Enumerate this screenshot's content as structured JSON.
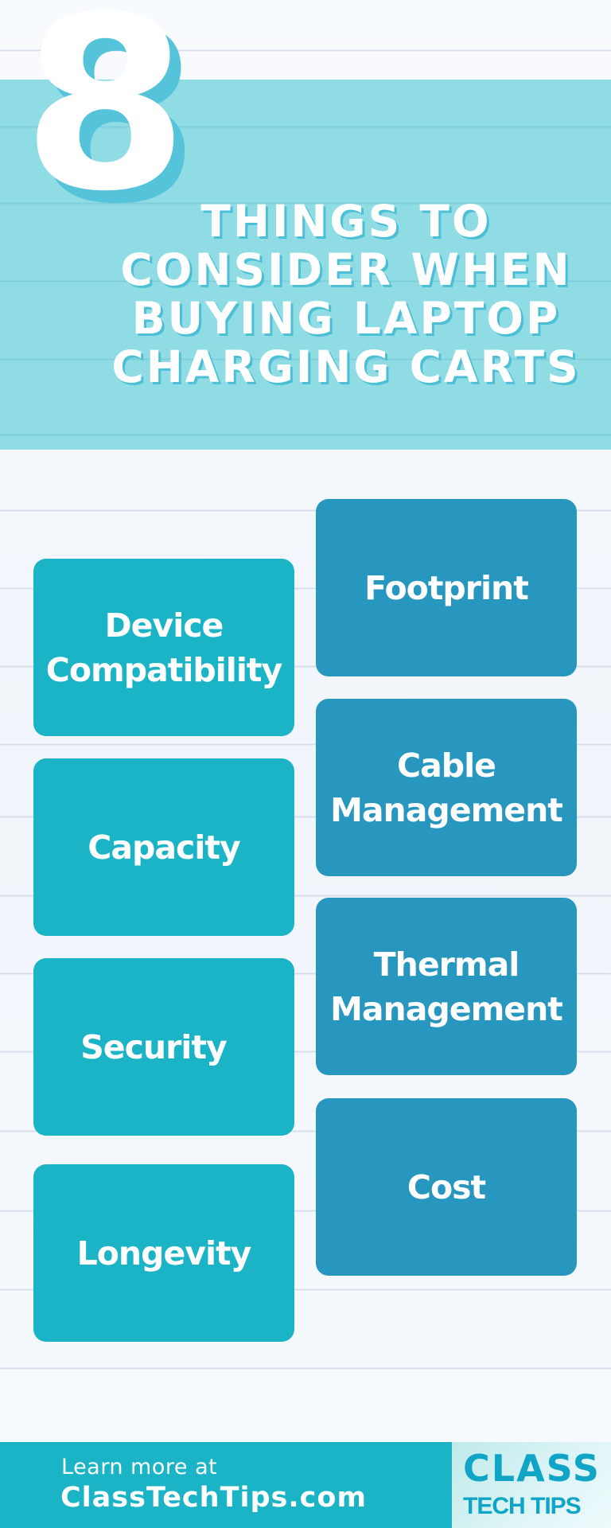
{
  "header": {
    "number": "8",
    "title_lines": [
      "THINGS TO",
      "CONSIDER WHEN",
      "BUYING LAPTOP",
      "CHARGING CARTS"
    ],
    "band_color": "#90dce4",
    "number_shadow_color": "#55c3d9"
  },
  "cards": {
    "left": [
      {
        "label": "Device Compatibility",
        "lines": [
          "Device",
          "Compatibility"
        ]
      },
      {
        "label": "Capacity",
        "lines": [
          "Capacity"
        ]
      },
      {
        "label": "Security",
        "lines": [
          "Security"
        ]
      },
      {
        "label": "Longevity",
        "lines": [
          "Longevity"
        ]
      }
    ],
    "right": [
      {
        "label": "Footprint",
        "lines": [
          "Footprint"
        ]
      },
      {
        "label": "Cable Management",
        "lines": [
          "Cable",
          "Management"
        ]
      },
      {
        "label": "Thermal Management",
        "lines": [
          "Thermal",
          "Management"
        ]
      },
      {
        "label": "Cost",
        "lines": [
          "Cost"
        ]
      }
    ],
    "left_color": "#1bb4c7",
    "right_color": "#2797bf"
  },
  "footer": {
    "learn_more": "Learn more at",
    "url": "ClassTechTips.com",
    "logo_line1": "CLASS",
    "logo_line2": "TECH TIPS",
    "background_color": "#1bb4c7",
    "logo_text_color": "#10a5c6"
  }
}
